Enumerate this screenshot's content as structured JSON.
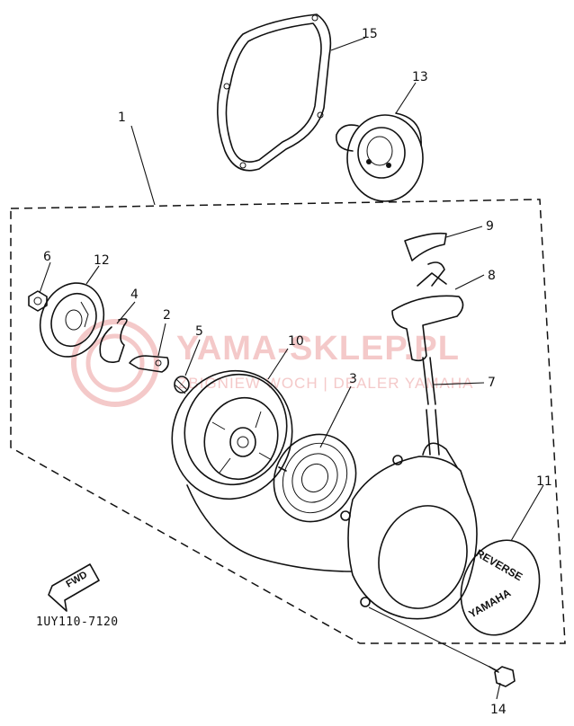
{
  "diagram_code": "1UY110-7120",
  "direction_arrow": "FWD",
  "watermark": {
    "text": "YAMA-SKLEP.PL",
    "subtext": "ZBIGNIEW WOCH | DEALER YAMAHA",
    "color": "#f4c9c9"
  },
  "emblem_text": {
    "top": "REVERSE",
    "bottom": "YAMAHA"
  },
  "callouts": [
    "1",
    "2",
    "3",
    "4",
    "5",
    "6",
    "7",
    "8",
    "9",
    "10",
    "11",
    "12",
    "13",
    "14",
    "15"
  ],
  "line_color": "#111111"
}
